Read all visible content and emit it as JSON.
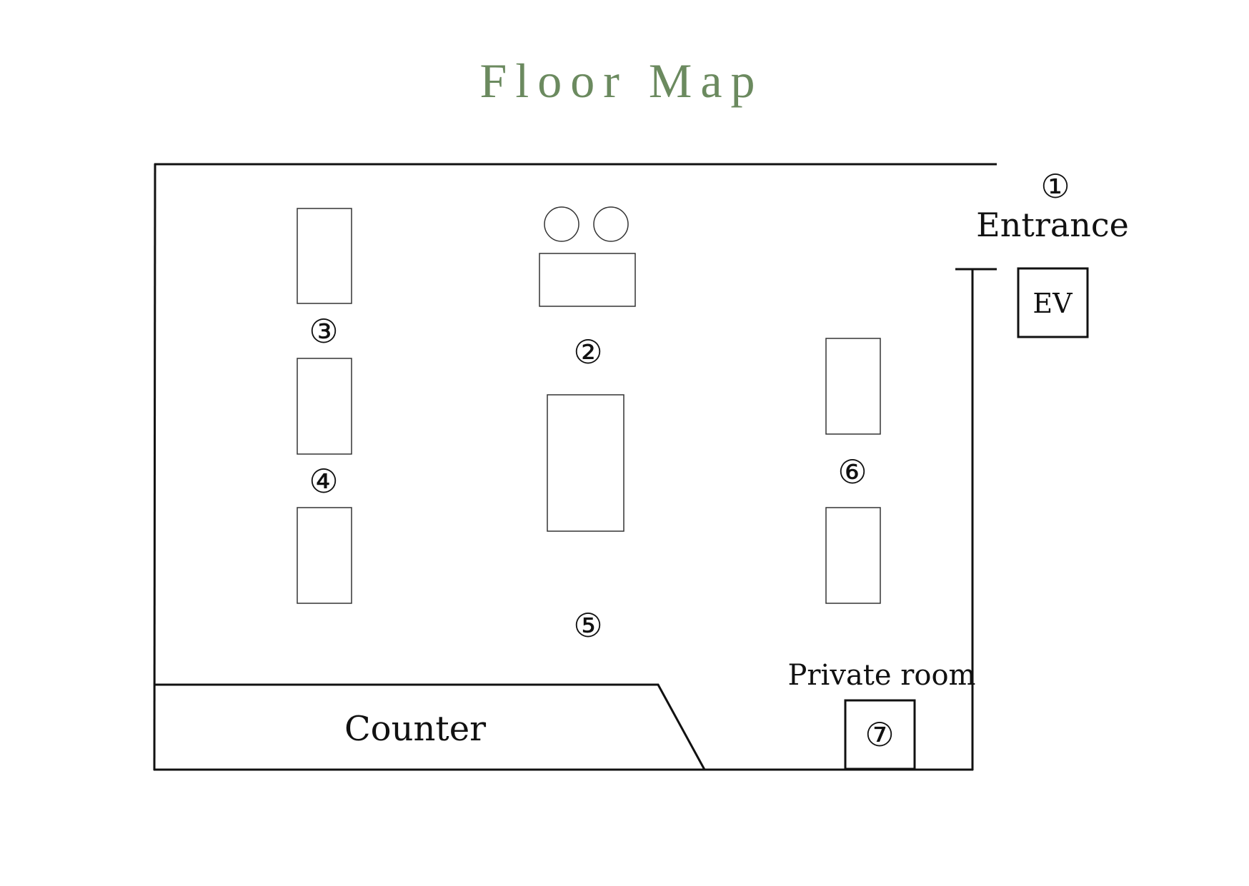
{
  "title": "Floor Map",
  "colors": {
    "title": "#6b8a5f",
    "line": "#111111"
  },
  "labels": {
    "entrance_number": "①",
    "entrance": "Entrance",
    "ev": "EV",
    "area_2": "②",
    "area_3": "③",
    "area_4": "④",
    "area_5": "⑤",
    "area_6": "⑥",
    "area_7": "⑦",
    "private_room": "Private room",
    "counter": "Counter"
  }
}
